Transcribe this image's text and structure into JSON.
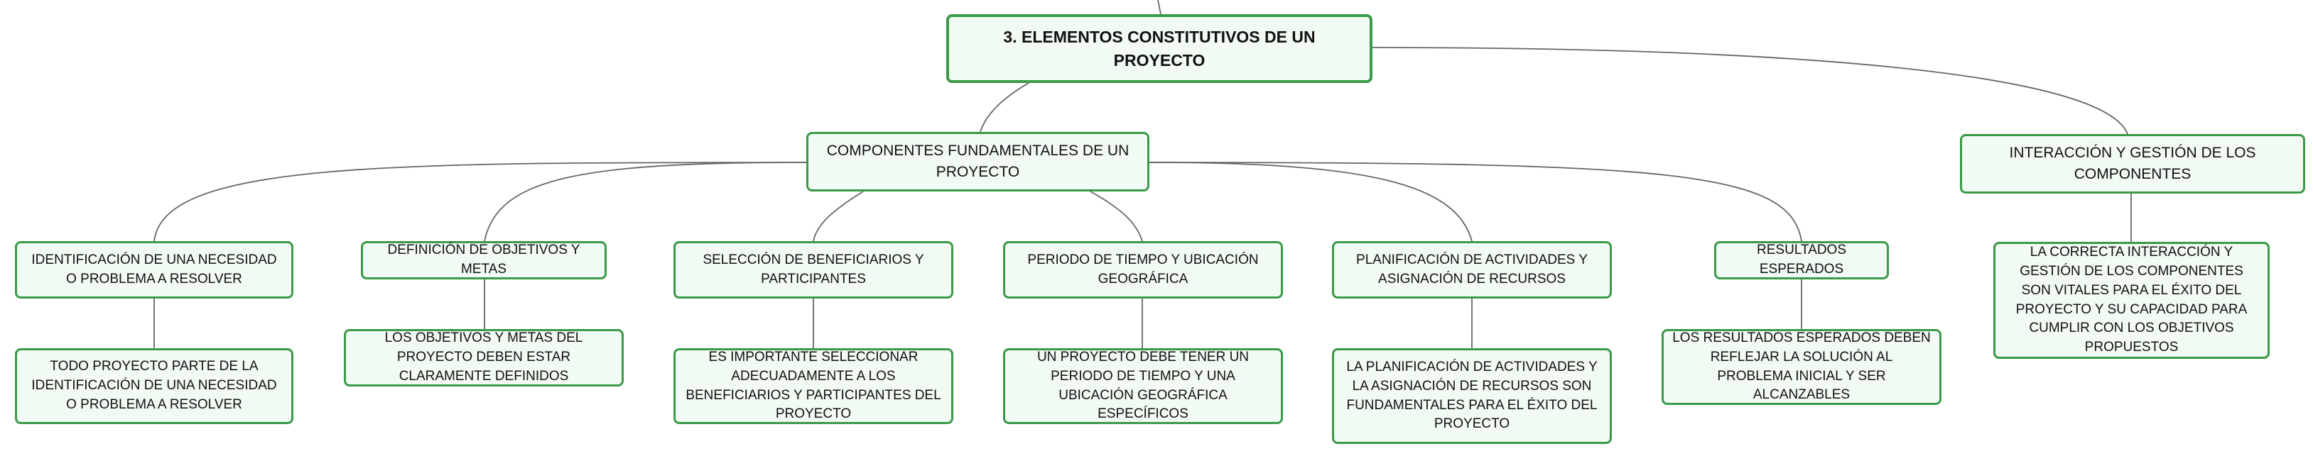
{
  "colors": {
    "border": "#3a9a48",
    "fill": "#f2faf4",
    "line": "#666666",
    "text": "#111111"
  },
  "nodes": {
    "root": "3. ELEMENTOS CONSTITUTIVOS DE UN PROYECTO",
    "componentes": "COMPONENTES FUNDAMENTALES DE UN PROYECTO",
    "interaccion": "INTERACCIÓN Y GESTIÓN DE LOS COMPONENTES",
    "interaccion_detalle": "LA CORRECTA INTERACCIÓN Y GESTIÓN DE LOS COMPONENTES SON VITALES PARA EL ÉXITO DEL PROYECTO Y SU CAPACIDAD PARA CUMPLIR CON LOS OBJETIVOS PROPUESTOS",
    "necesidad": "IDENTIFICACIÓN DE UNA NECESIDAD O PROBLEMA A RESOLVER",
    "necesidad_detalle": "TODO PROYECTO PARTE DE LA IDENTIFICACIÓN DE UNA NECESIDAD O PROBLEMA A RESOLVER",
    "objetivos": "DEFINICIÓN DE OBJETIVOS Y METAS",
    "objetivos_detalle": "LOS OBJETIVOS Y METAS DEL PROYECTO DEBEN ESTAR CLARAMENTE DEFINIDOS",
    "beneficiarios": "SELECCIÓN DE BENEFICIARIOS Y PARTICIPANTES",
    "beneficiarios_detalle": "ES IMPORTANTE SELECCIONAR ADECUADAMENTE A LOS BENEFICIARIOS Y PARTICIPANTES DEL PROYECTO",
    "periodo": "PERIODO DE TIEMPO Y UBICACIÓN GEOGRÁFICA",
    "periodo_detalle": "UN PROYECTO DEBE TENER UN PERIODO DE TIEMPO Y UNA UBICACIÓN GEOGRÁFICA ESPECÍFICOS",
    "planificacion": "PLANIFICACIÓN DE ACTIVIDADES Y ASIGNACIÓN DE RECURSOS",
    "planificacion_detalle": "LA PLANIFICACIÓN DE ACTIVIDADES Y LA ASIGNACIÓN DE RECURSOS SON FUNDAMENTALES PARA EL ÉXITO DEL PROYECTO",
    "resultados": "RESULTADOS ESPERADOS",
    "resultados_detalle": "LOS RESULTADOS ESPERADOS DEBEN REFLEJAR LA SOLUCIÓN AL PROBLEMA INICIAL Y SER ALCANZABLES"
  }
}
